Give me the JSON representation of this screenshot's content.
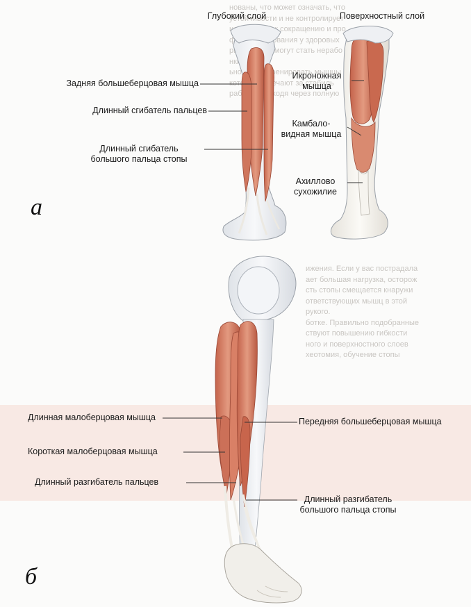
{
  "panel_a": {
    "figure_label": "а",
    "column_labels": {
      "deep": "Глубокий слой",
      "superficial": "Поверхностный слой"
    },
    "deep_labels": {
      "tibialis_posterior": "Задняя большеберцовая мышца",
      "flexor_digitorum_longus": "Длинный сгибатель пальцев",
      "flexor_hallucis_longus_line1": "Длинный сгибатель",
      "flexor_hallucis_longus_line2": "большого пальца стопы"
    },
    "superficial_labels": {
      "gastrocnemius_line1": "Икроножная",
      "gastrocnemius_line2": "мышца",
      "soleus_line1": "Камбало-",
      "soleus_line2": "видная мышца",
      "achilles_line1": "Ахиллово",
      "achilles_line2": "сухожилие"
    }
  },
  "panel_b": {
    "figure_label": "б",
    "left_labels": {
      "peroneus_longus": "Длинная малоберцовая мышца",
      "peroneus_brevis": "Короткая малоберцовая мышца",
      "extensor_digitorum_longus": "Длинный разгибатель пальцев"
    },
    "right_labels": {
      "tibialis_anterior": "Передняя большеберцовая мышца",
      "extensor_hallucis_longus_line1": "Длинный разгибатель",
      "extensor_hallucis_longus_line2": "большого пальца стопы"
    }
  },
  "colors": {
    "muscle": "#d9826a",
    "muscle_dark": "#b85a45",
    "bone": "#e9ebee",
    "tendon": "#f3f1ec",
    "leader_line": "#333333",
    "background_text": "#c9c6c2"
  },
  "background_text": [
    "нованы, что может означать, что",
    "устойчивости и не контролирует",
    "ность мышц к сокращению и про",
    "функционирования у здоровых",
    "рые мышцы могут стать нерабо",
    "нки.",
    "ьно важно тренировать мышцы",
    "которые отвечают за стабиль",
    "работы, проходя через полную",
    "ижения. Если у вас пострадала",
    "ает большая нагрузка, осторож",
    "сть стопы смещается кнаружи",
    "ответствующих мышц в этой",
    "рукого.",
    "ботке. Правильно подобранные",
    "ствуют повышению гибкости",
    "ного и поверхностного слоев",
    "хеотомия, обучение стопы"
  ]
}
